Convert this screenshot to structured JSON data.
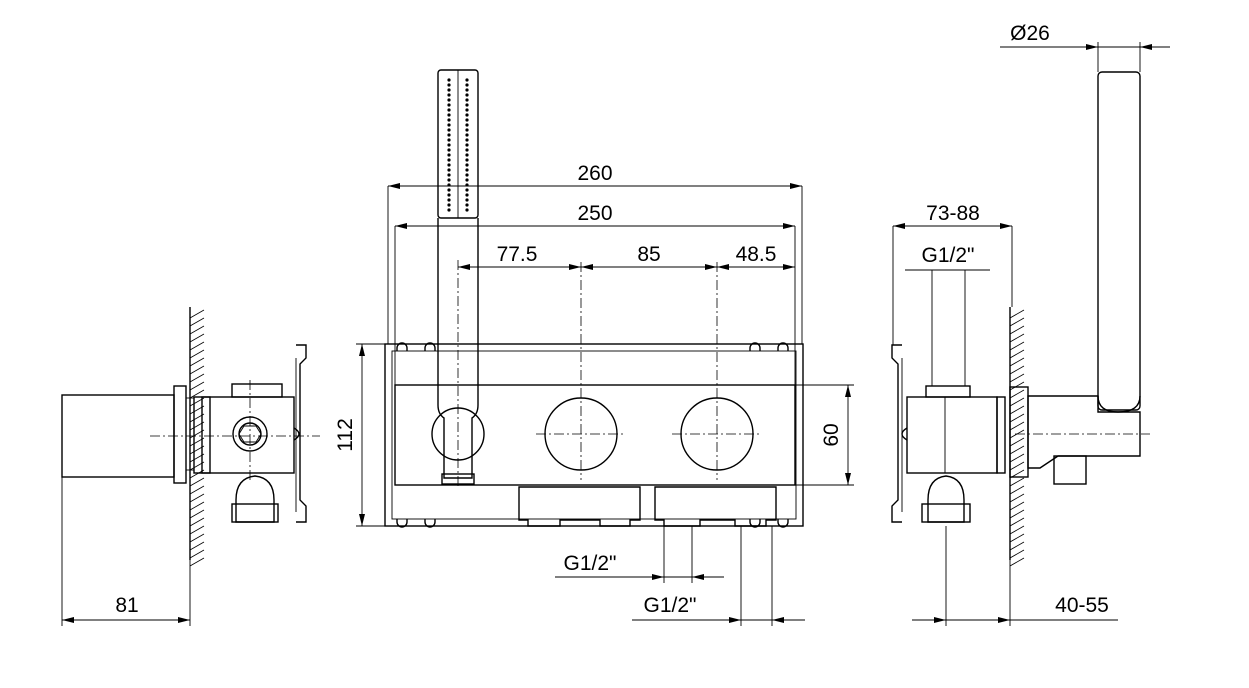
{
  "dimensions": {
    "overall_width": "260",
    "plate_width": "250",
    "left_offset": "77.5",
    "valve_spacing": "85",
    "right_offset": "48.5",
    "frame_height": "112",
    "plate_height": "60",
    "side_depth": "81",
    "inlet_thread_1": "G1/2\"",
    "inlet_thread_2": "G1/2\"",
    "outlet_thread": "G1/2\"",
    "install_depth": "73-88",
    "wall_offset": "40-55",
    "hand_shower_diameter": "Ø26"
  }
}
